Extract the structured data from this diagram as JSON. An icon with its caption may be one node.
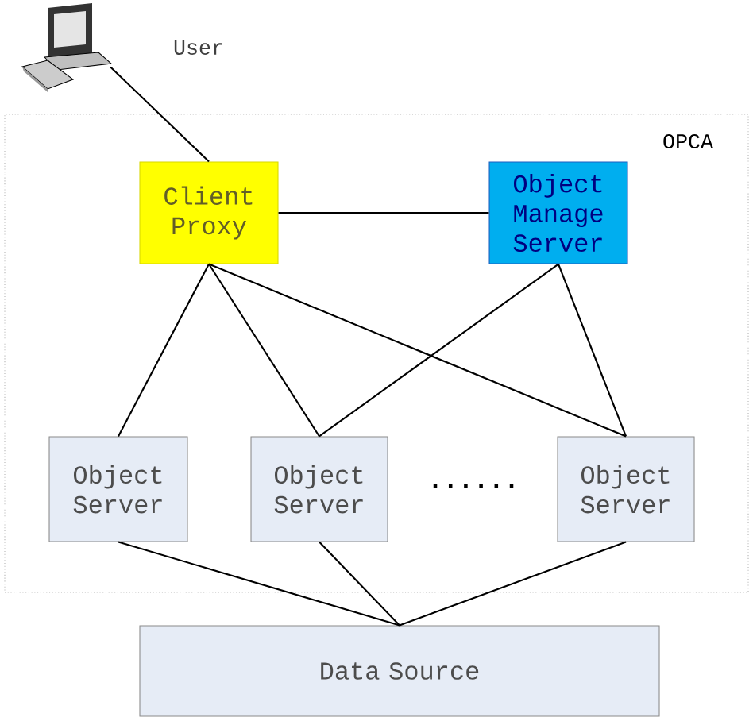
{
  "diagram": {
    "nodes": [
      {
        "text": [],
        "shape": "picture",
        "beside": [
          "User"
        ]
      },
      {
        "text": [
          "OPCA"
        ]
      },
      {
        "text": [
          "Client Proxy"
        ],
        "in": 1
      },
      {
        "text": [
          "Object Manage Server"
        ],
        "in": 1
      },
      {
        "text": [
          "Object Server"
        ],
        "in": 1
      },
      {
        "text": [
          "Object Server"
        ],
        "in": 1
      },
      {
        "text": [
          "Object Server"
        ],
        "in": 1
      },
      {
        "text": [
          "Data Source"
        ]
      }
    ],
    "edges": [
      {
        "from": 0,
        "to": 2,
        "arrow": "none"
      },
      {
        "from": 2,
        "to": 3,
        "arrow": "none"
      },
      {
        "from": 2,
        "to": 4,
        "arrow": "none"
      },
      {
        "from": 2,
        "to": 5,
        "arrow": "none"
      },
      {
        "from": 2,
        "to": 6,
        "arrow": "none"
      },
      {
        "from": 3,
        "to": 5,
        "arrow": "none"
      },
      {
        "from": 3,
        "to": 6,
        "arrow": "none"
      },
      {
        "from": 4,
        "to": 7,
        "arrow": "none"
      },
      {
        "from": 5,
        "to": 7,
        "arrow": "none"
      },
      {
        "from": 6,
        "to": 7,
        "arrow": "none"
      }
    ],
    "labels": [
      "......"
    ]
  }
}
